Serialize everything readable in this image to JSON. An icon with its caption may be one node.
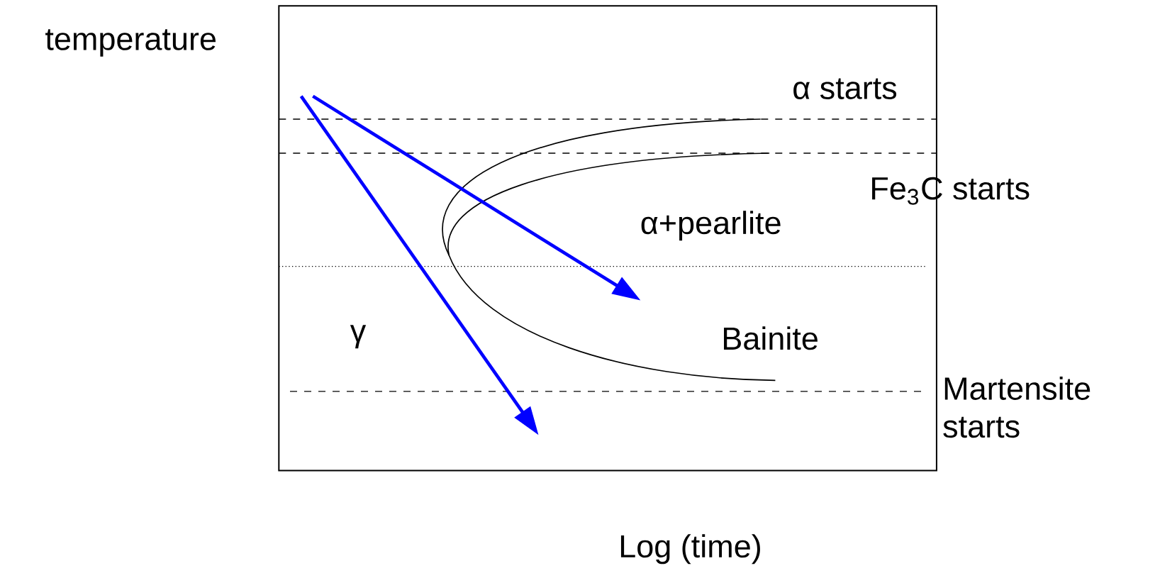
{
  "diagram": {
    "labels": [
      "temperature",
      "α starts",
      "Fe$_{3}$C starts",
      "α+pearlite",
      "γ",
      "Bainite",
      "Martensite starts",
      "Log (time)"
    ]
  }
}
